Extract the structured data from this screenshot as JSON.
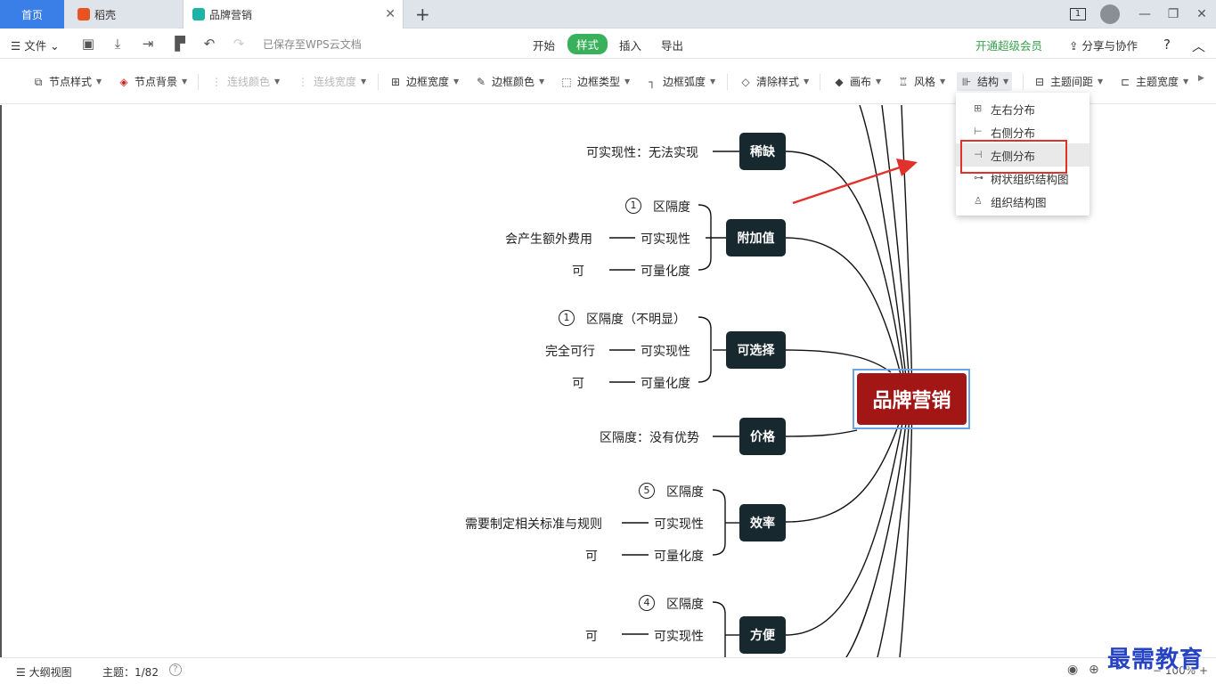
{
  "tabs": {
    "home": "首页",
    "daoke": "稻壳",
    "mindmap": "品牌营销"
  },
  "window": {
    "page_count": "1"
  },
  "menu": {
    "file": "文件",
    "saved": "已保存至WPS云文档",
    "start": "开始",
    "style": "样式",
    "insert": "插入",
    "export": "导出",
    "vip": "开通超级会员",
    "share": "分享与协作",
    "help": "?"
  },
  "toolbar": {
    "node_style": "节点样式",
    "node_bg": "节点背景",
    "line_color": "连线颜色",
    "line_width": "连线宽度",
    "border_width": "边框宽度",
    "border_color": "边框颜色",
    "border_type": "边框类型",
    "border_radius": "边框弧度",
    "clear_style": "清除样式",
    "canvas": "画布",
    "theme": "风格",
    "structure": "结构",
    "topic_spacing": "主题间距",
    "topic_width": "主题宽度"
  },
  "dropdown": [
    "左右分布",
    "右侧分布",
    "左侧分布",
    "树状组织结构图",
    "组织结构图"
  ],
  "root": "品牌营销",
  "nodes": {
    "scarce": "稀缺",
    "value_add": "附加值",
    "optional": "可选择",
    "price": "价格",
    "efficiency": "效率",
    "convenience": "方便"
  },
  "labels": {
    "scarce_1": "可实现性：无法实现",
    "va_c": "1",
    "va_1": "区隔度",
    "va_2": "可实现性",
    "va_2b": "会产生额外费用",
    "va_3": "可量化度",
    "va_3b": "可",
    "op_c": "1",
    "op_1": "区隔度（不明显）",
    "op_2": "可实现性",
    "op_2b": "完全可行",
    "op_3": "可量化度",
    "op_3b": "可",
    "price_1": "区隔度：没有优势",
    "ef_c": "5",
    "ef_1": "区隔度",
    "ef_2": "可实现性",
    "ef_2b": "需要制定相关标准与规则",
    "ef_3": "可量化度",
    "ef_3b": "可",
    "cv_c": "4",
    "cv_1": "区隔度",
    "cv_2": "可实现性",
    "cv_2b": "可"
  },
  "status": {
    "outline": "大纲视图",
    "topic": "主题：1/82",
    "zoom": "100%"
  },
  "watermark": "最需教育"
}
